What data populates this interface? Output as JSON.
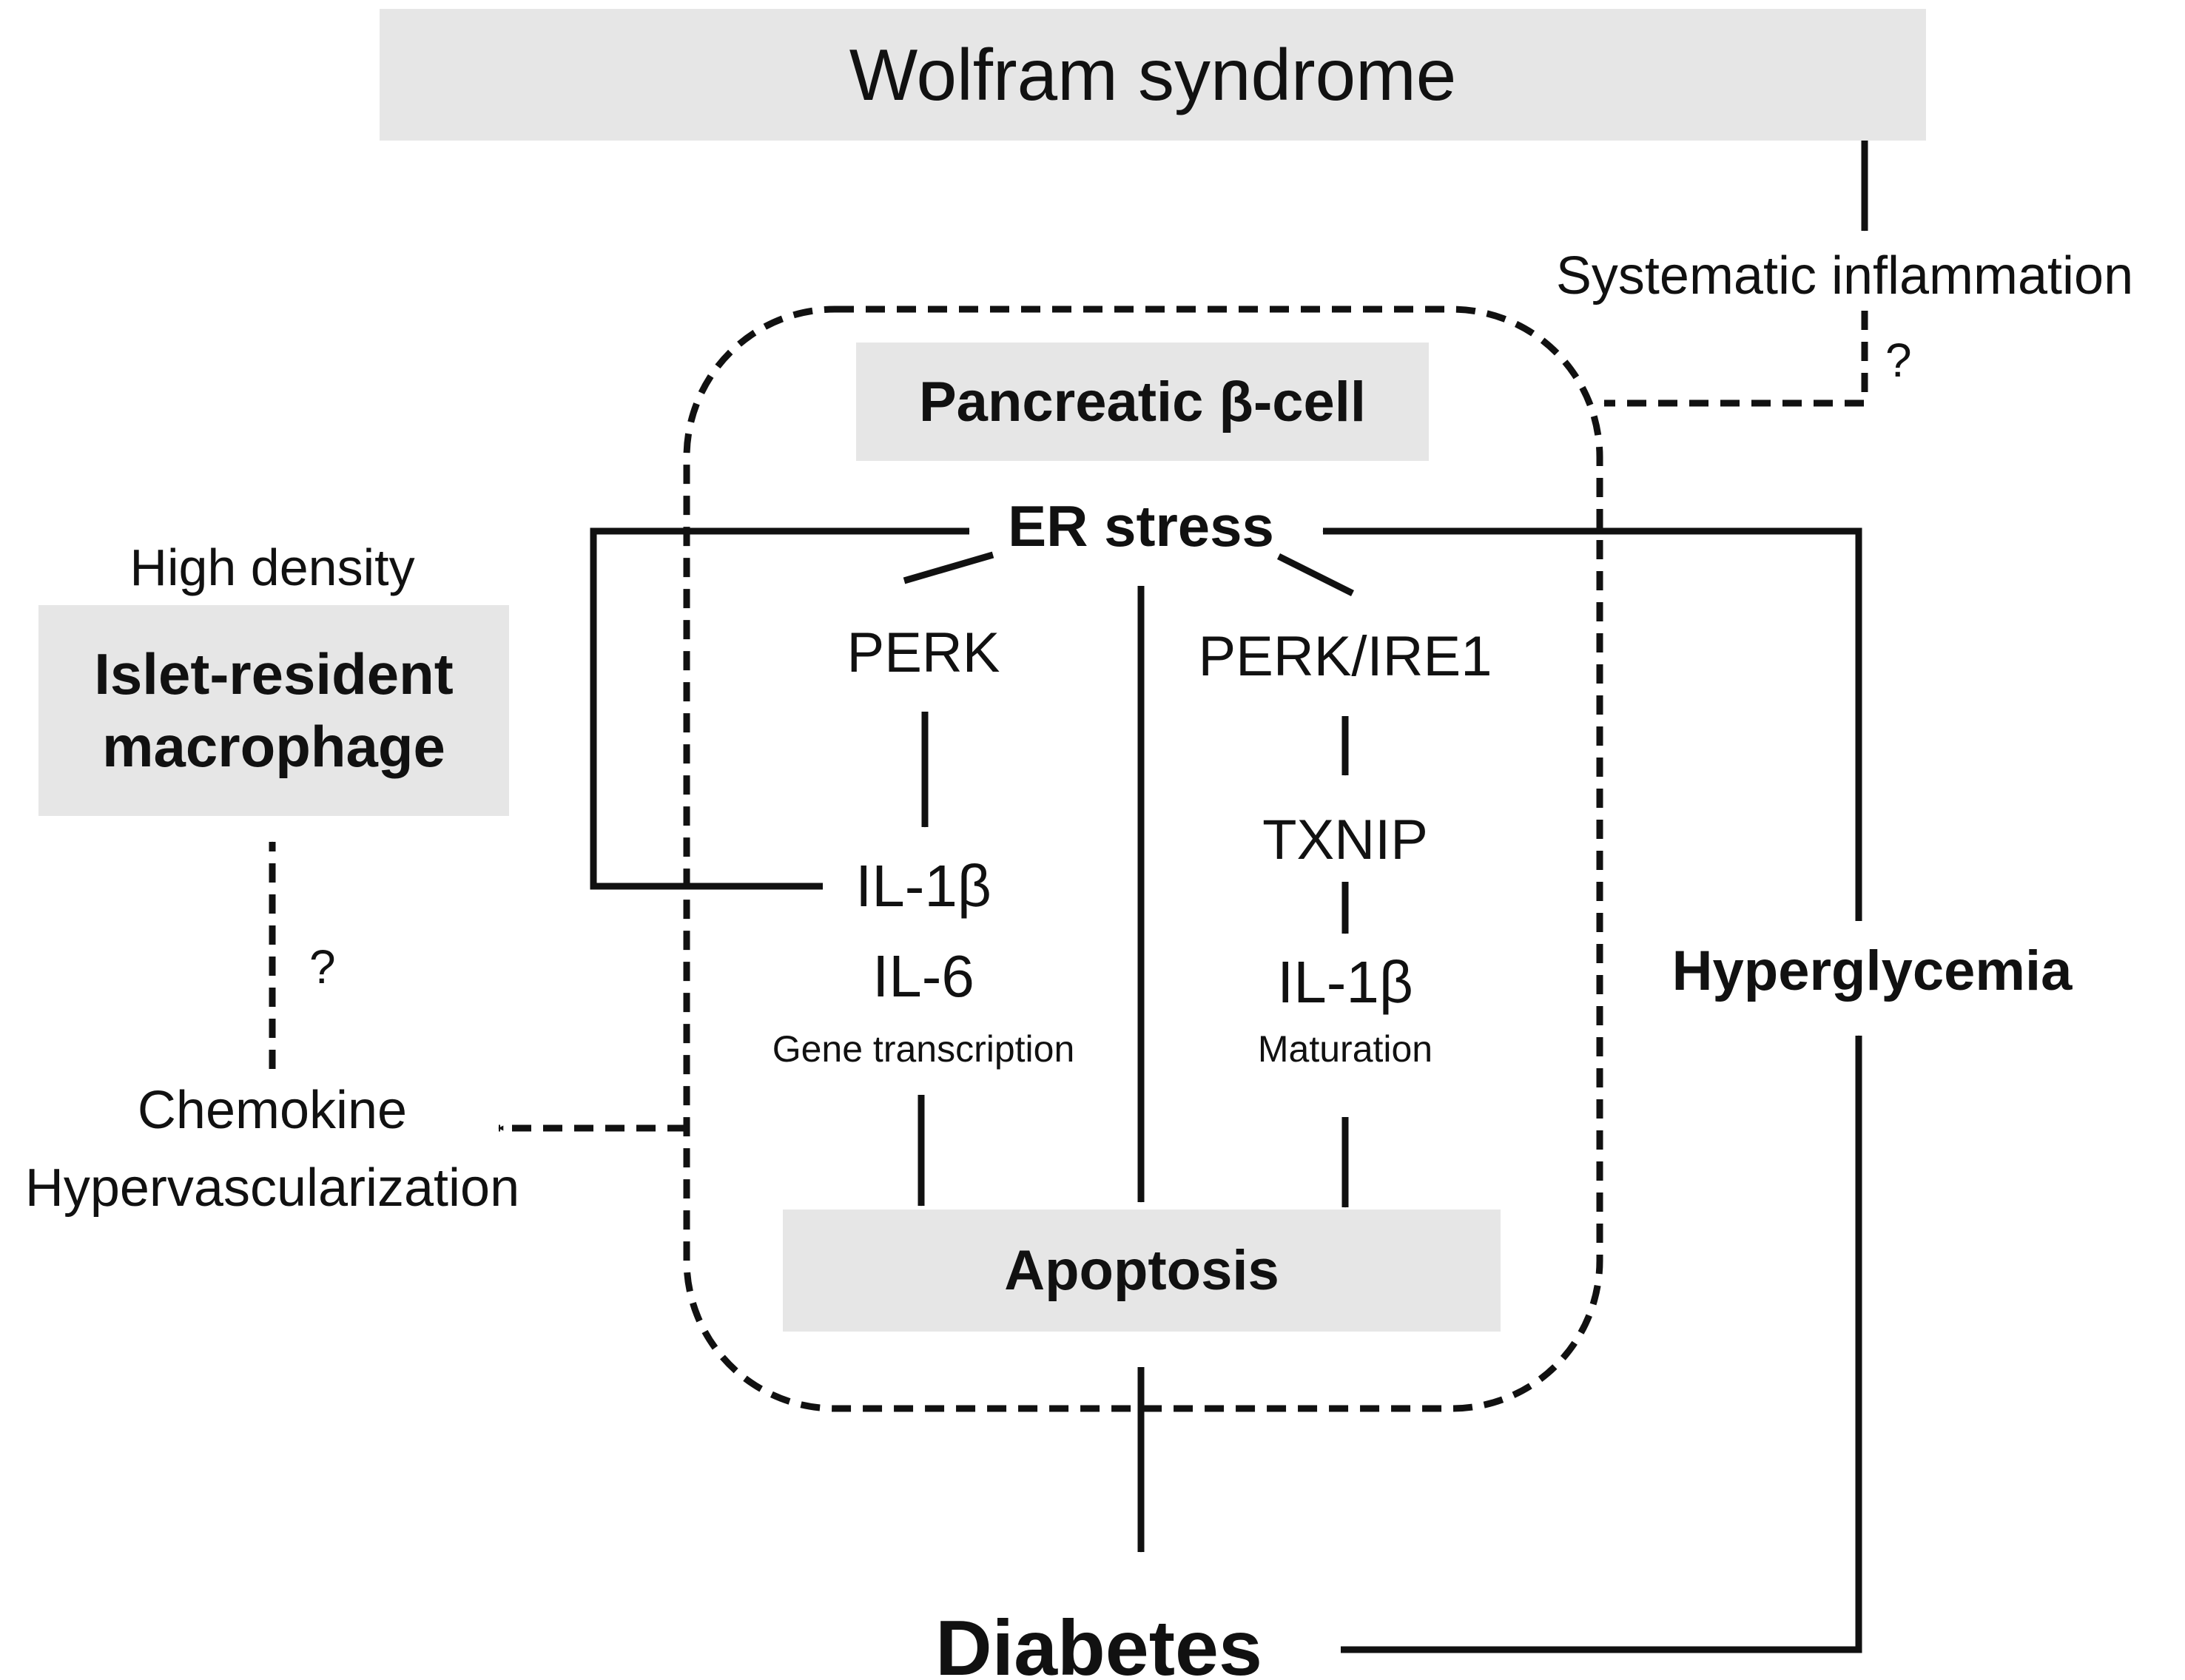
{
  "colors": {
    "box_fill": "#e6e6e6",
    "line": "#111111",
    "background": "#ffffff"
  },
  "nodes": {
    "wolfram": "Wolfram syndrome",
    "systematic_inflammation": "Systematic inflammation",
    "question_top": "?",
    "beta_cell": "Pancreatic β-cell",
    "er_stress": "ER stress",
    "perk": "PERK",
    "il1b_left": "IL-1β",
    "il6": "IL-6",
    "gene_transcription": "Gene transcription",
    "perk_ire1": "PERK/IRE1",
    "txnip": "TXNIP",
    "il1b_right": "IL-1β",
    "maturation": "Maturation",
    "apoptosis": "Apoptosis",
    "diabetes": "Diabetes",
    "hyperglycemia": "Hyperglycemia",
    "high_density": "High density",
    "macrophage_line1": "Islet-resident",
    "macrophage_line2": "macrophage",
    "question_left": "?",
    "chemokine": "Chemokine",
    "hypervascularization": "Hypervascularization"
  },
  "edges": [
    {
      "from": "Wolfram syndrome",
      "to": "Systematic inflammation",
      "style": "solid"
    },
    {
      "from": "Systematic inflammation",
      "to": "Pancreatic β-cell",
      "style": "dashed",
      "uncertain": true
    },
    {
      "from": "ER stress",
      "to": "PERK",
      "style": "branch"
    },
    {
      "from": "ER stress",
      "to": "PERK/IRE1",
      "style": "branch"
    },
    {
      "from": "ER stress",
      "to": "Apoptosis",
      "style": "solid"
    },
    {
      "from": "PERK",
      "to": "IL-1β",
      "style": "solid"
    },
    {
      "from": "IL-1β",
      "to": "ER stress",
      "style": "solid",
      "feedback": true
    },
    {
      "from": "Gene transcription",
      "to": "Apoptosis",
      "style": "solid"
    },
    {
      "from": "PERK/IRE1",
      "to": "TXNIP",
      "style": "solid"
    },
    {
      "from": "TXNIP",
      "to": "IL-1β",
      "style": "solid"
    },
    {
      "from": "Maturation",
      "to": "Apoptosis",
      "style": "solid"
    },
    {
      "from": "Apoptosis",
      "to": "Diabetes",
      "style": "solid"
    },
    {
      "from": "Diabetes",
      "to": "Hyperglycemia",
      "style": "solid"
    },
    {
      "from": "Hyperglycemia",
      "to": "ER stress",
      "style": "solid"
    },
    {
      "from": "Pancreatic β-cell",
      "to": "Chemokine",
      "style": "dashed"
    },
    {
      "from": "Chemokine",
      "to": "Islet-resident macrophage",
      "style": "dashed",
      "uncertain": true
    }
  ]
}
